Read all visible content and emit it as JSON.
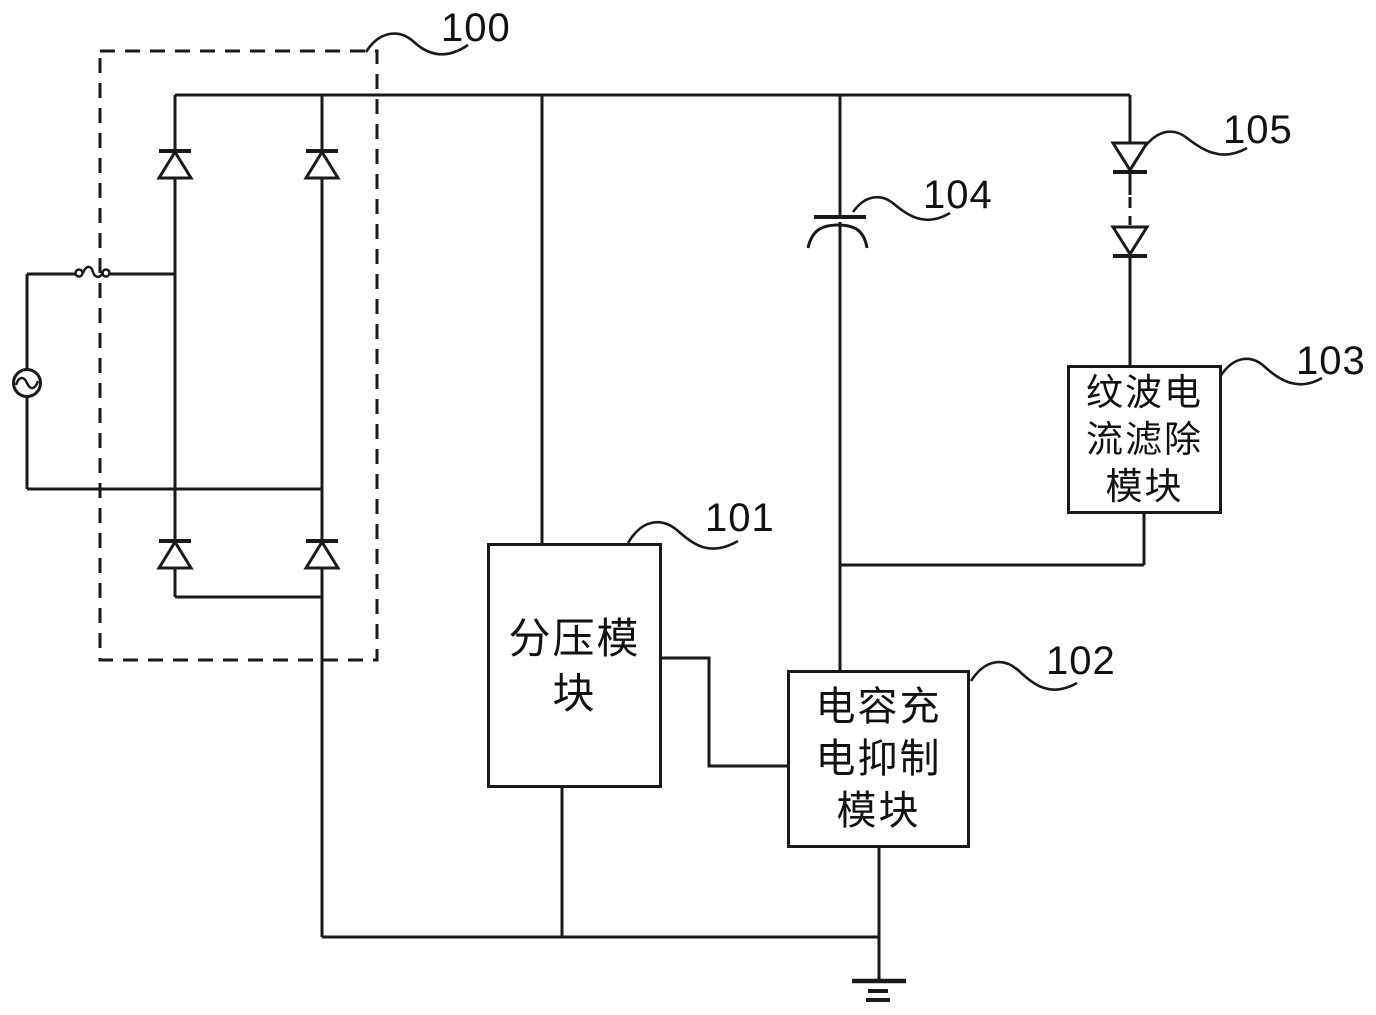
{
  "figure": {
    "type": "patent-circuit-schematic",
    "background": "#ffffff",
    "line_color": "#1a1a1a"
  },
  "labels": {
    "l100": "100",
    "l101": "101",
    "l102": "102",
    "l103": "103",
    "l104": "104",
    "l105": "105"
  },
  "modules": {
    "m101": {
      "ref": "101",
      "name": "分压模块",
      "lines": [
        "分压模",
        "块"
      ]
    },
    "m102": {
      "ref": "102",
      "name": "电容充电抑制模块",
      "lines": [
        "电容充",
        "电抑制",
        "模块"
      ]
    },
    "m103": {
      "ref": "103",
      "name": "纹波电流滤除模块",
      "lines": [
        "纹波电",
        "流滤除",
        "模块"
      ]
    }
  },
  "components": {
    "rectifier_bridge": {
      "ref": "100",
      "type": "diode-bridge",
      "diode_count": 4,
      "enclosure": "dashed-box"
    },
    "ac_source": {
      "type": "ac-voltage-source"
    },
    "fuse": {
      "type": "fuse"
    },
    "capacitor": {
      "ref": "104",
      "type": "polarized-capacitor"
    },
    "led_string": {
      "ref": "105",
      "type": "led-series-string",
      "visible_leds": 2,
      "continuation": "dashed"
    },
    "ground": {
      "type": "earth-ground"
    }
  }
}
